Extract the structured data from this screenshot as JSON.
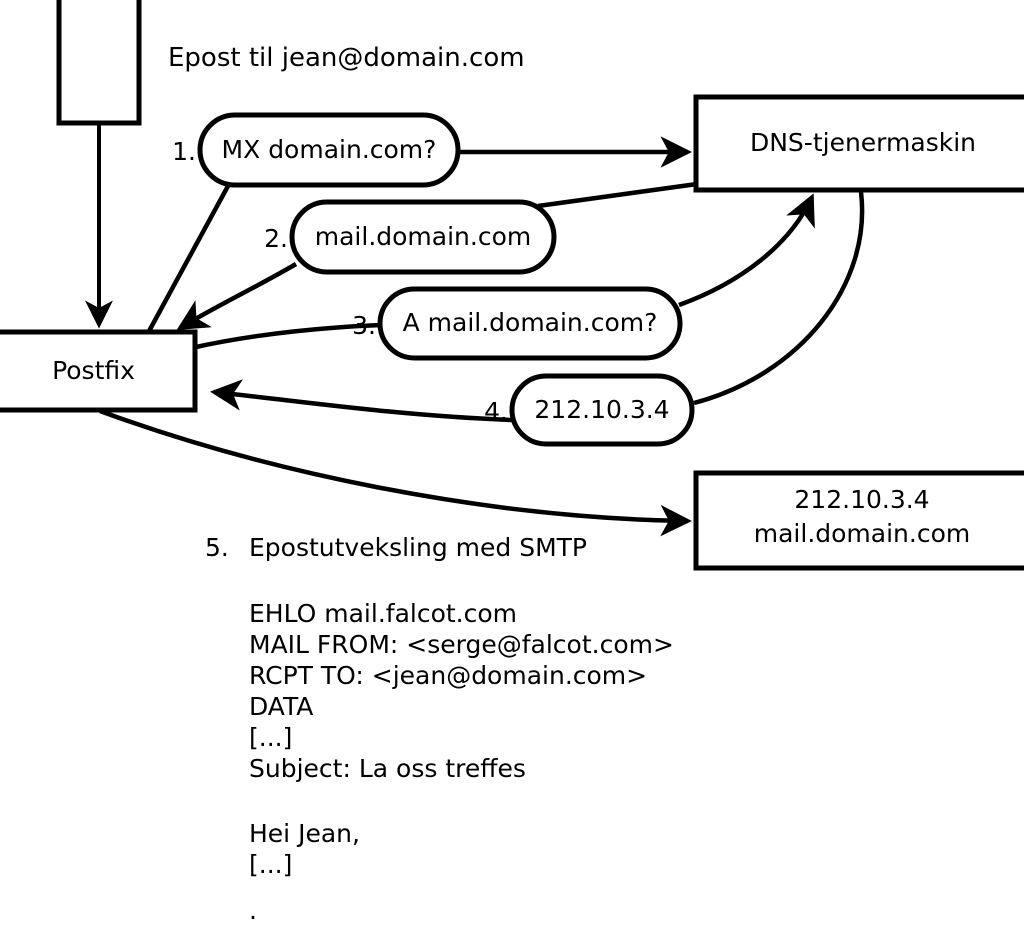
{
  "diagram": {
    "title_text": "Epost til jean@domain.com",
    "nodes": {
      "mua_box": {
        "label": ""
      },
      "postfix_box": {
        "label": "Postfix"
      },
      "dns_box": {
        "label": "DNS-tjenermaskin"
      },
      "target_box": {
        "line1": "212.10.3.4",
        "line2": "mail.domain.com"
      }
    },
    "steps": [
      {
        "num": "1.",
        "bubble": "MX domain.com?"
      },
      {
        "num": "2.",
        "bubble": "mail.domain.com"
      },
      {
        "num": "3.",
        "bubble": "A mail.domain.com?"
      },
      {
        "num": "4.",
        "bubble": "212.10.3.4"
      }
    ],
    "step5": {
      "num": "5.",
      "label": "Epostutveksling med SMTP"
    },
    "smtp_transcript": {
      "line1": "EHLO mail.falcot.com",
      "line2": "MAIL FROM: <serge@falcot.com>",
      "line3": "RCPT TO: <jean@domain.com>",
      "line4": "DATA",
      "line5": "[...]",
      "line6": "Subject: La oss treffes",
      "line7": "",
      "line8": "Hei Jean,",
      "line9": "[...]",
      "line10": "."
    },
    "colors": {
      "stroke": "#000000",
      "fill": "#ffffff",
      "text": "#000000"
    }
  }
}
